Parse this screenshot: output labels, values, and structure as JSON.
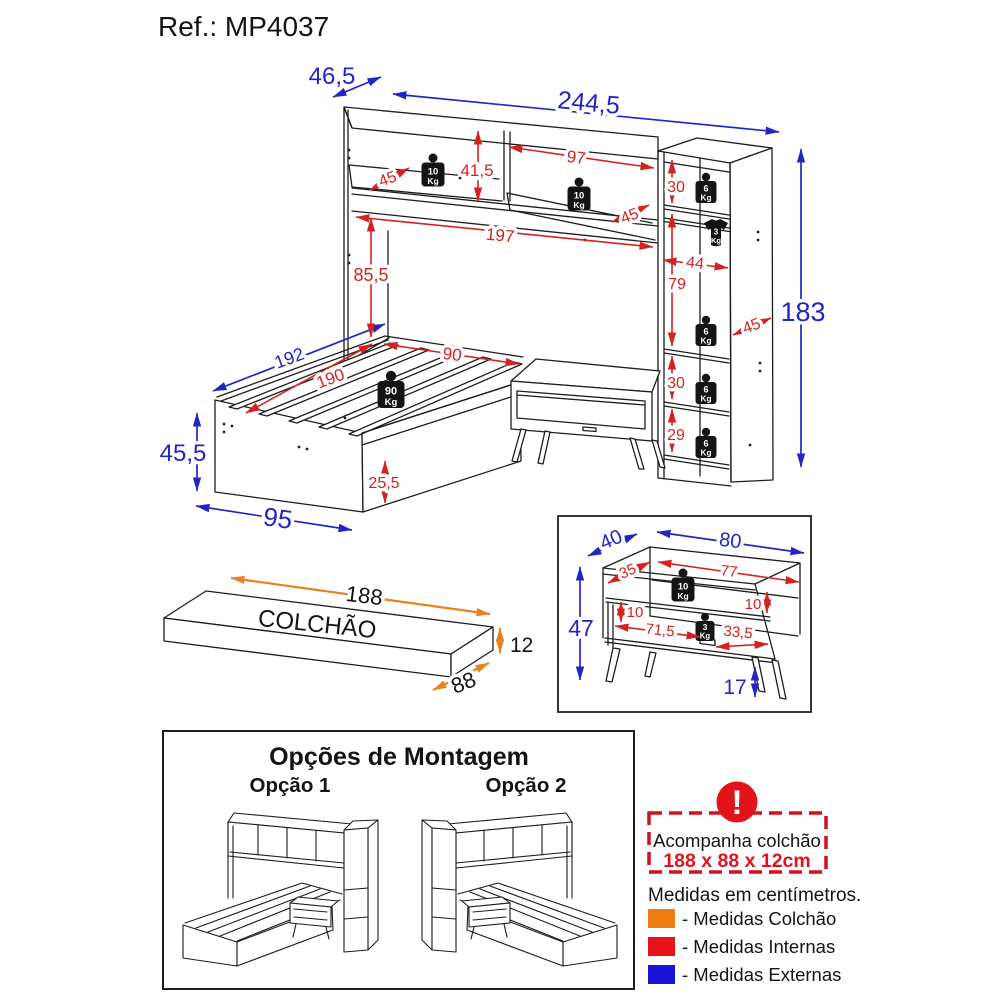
{
  "title": "Ref.: MP4037",
  "colors": {
    "external_dims": "#2424c4",
    "internal_dims": "#d42222",
    "mattress_dims": "#e8821f",
    "line": "#1d1d1d",
    "legend_orange": "#ef7d15",
    "legend_red": "#e6131c",
    "legend_blue": "#1b12d8",
    "warning_red": "#e3131b"
  },
  "weights": {
    "w10": "10",
    "w6": "6",
    "w3": "3",
    "w90": "90",
    "unit": "Kg"
  },
  "main_diagram": {
    "external": {
      "top_depth": "46,5",
      "total_width": "244,5",
      "total_height": "183",
      "bed_length": "192",
      "bed_height": "45,5",
      "bed_width": "95"
    },
    "internal": {
      "shelf_depth": "45",
      "shelf_height": "41,5",
      "niche_width": "97",
      "span_width": "197",
      "under_bridge_height": "85,5",
      "wardrobe_section_30": "30",
      "wardrobe_width": "44",
      "wardrobe_hang_height": "79",
      "wardrobe_depth": "45",
      "wardrobe_section_29": "29",
      "bed_inner_length": "190",
      "bed_inner_width": "90",
      "bed_base_height": "25,5"
    }
  },
  "mattress": {
    "label": "COLCHÃO",
    "length": "188",
    "height": "12",
    "width": "88"
  },
  "nightstand_detail": {
    "external": {
      "depth": "40",
      "width": "80",
      "height": "47",
      "leg_height": "17"
    },
    "internal": {
      "depth": "35",
      "width": "77",
      "gap": "10",
      "shelf_width": "71,5",
      "niche_width": "33,5"
    }
  },
  "assembly": {
    "title": "Opções de Montagem",
    "option1": "Opção 1",
    "option2": "Opção 2"
  },
  "info": {
    "warning_glyph": "!",
    "banner_title": "Acompanha colchão",
    "banner_size": "188 x 88 x 12cm",
    "units_note": "Medidas em centímetros.",
    "legend": [
      {
        "label": "- Medidas Colchão"
      },
      {
        "label": "- Medidas Internas"
      },
      {
        "label": "- Medidas Externas"
      }
    ]
  }
}
